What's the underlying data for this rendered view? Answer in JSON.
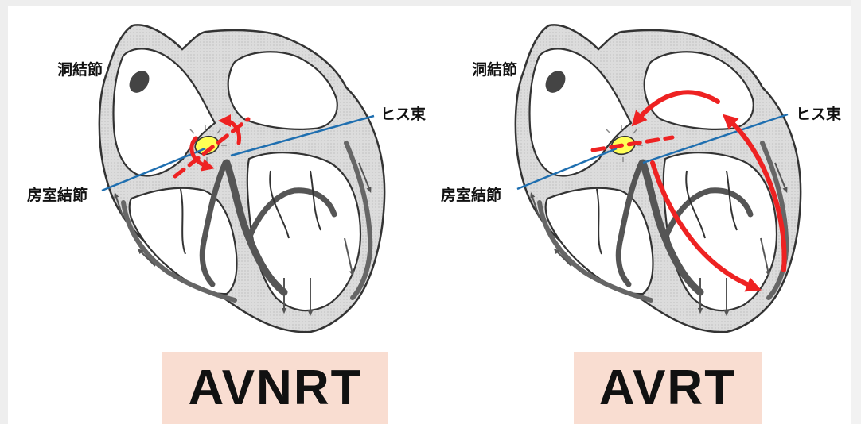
{
  "panels": [
    {
      "title": "AVNRT",
      "labels": {
        "sa_node": "洞結節",
        "his_bundle": "ヒス束",
        "av_node": "房室結節"
      }
    },
    {
      "title": "AVRT",
      "labels": {
        "sa_node": "洞結節",
        "his_bundle": "ヒス束",
        "av_node": "房室結節"
      }
    }
  ],
  "colors": {
    "reentry_arrow": "#ee2222",
    "node_fill": "#ffff55",
    "guide_line": "#1f6fb0",
    "title_background": "#f9ddd1",
    "heart_wall": "#d9d9d9",
    "heart_outline": "#333333"
  }
}
